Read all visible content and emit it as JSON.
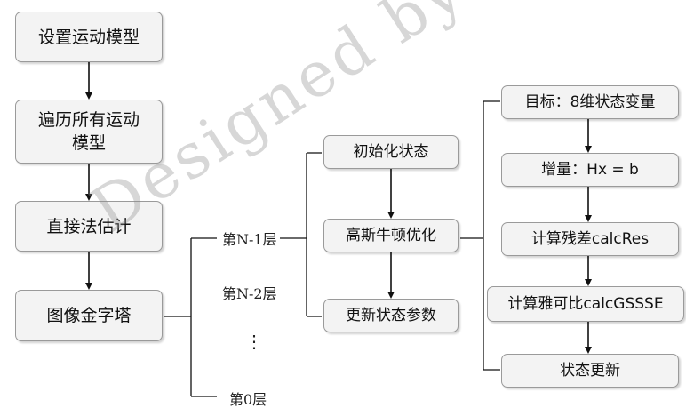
{
  "left_column": {
    "step1": "设置运动模型",
    "step2": "遍历所有运动模型",
    "step3": "直接法估计",
    "step4": "图像金字塔"
  },
  "pyramid_levels": {
    "level_n1": "第N-1层",
    "level_n2": "第N-2层",
    "ellipsis": "⋮",
    "level_0": "第0层"
  },
  "middle_column": {
    "init_state": "初始化状态",
    "gauss_newton": "高斯牛顿优化",
    "update_params": "更新状态参数"
  },
  "right_column": {
    "target": "目标：8维状态变量",
    "increment": "增量：Hx = b",
    "residual": "计算残差calcRes",
    "jacobian": "计算雅可比calcGSSSE",
    "state_update": "状态更新"
  },
  "watermark": "Designed by 叶培楚",
  "colors": {
    "box_fill": "#f3f3f3",
    "box_border": "#9a9a9a",
    "line": "#111111"
  }
}
